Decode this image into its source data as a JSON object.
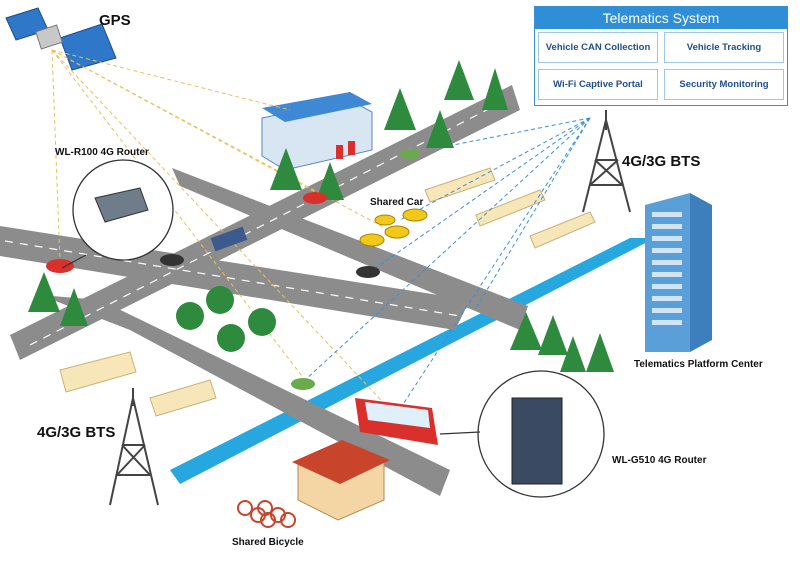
{
  "labels": {
    "gps": "GPS",
    "router_r100": "WL-R100 4G Router",
    "bts_top": "4G/3G BTS",
    "bts_bottom": "4G/3G BTS",
    "shared_car": "Shared Car",
    "platform_center": "Telematics Platform Center",
    "router_g510": "WL-G510 4G Router",
    "shared_bicycle": "Shared Bicycle"
  },
  "telematics": {
    "title": "Telematics System",
    "items": [
      "Vehicle CAN Collection",
      "Vehicle Tracking",
      "Wi-Fi Captive Portal",
      "Security Monitoring"
    ]
  },
  "colors": {
    "road": "#8c8c8c",
    "water": "#27a7e0",
    "tree": "#2e8b3d",
    "accent": "#2f8fd6",
    "gps_link": "#e8c060",
    "bts_link": "#3b8fd6"
  }
}
